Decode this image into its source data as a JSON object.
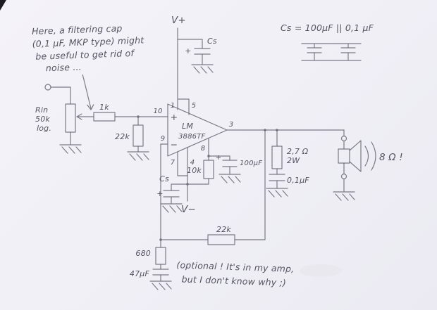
{
  "colors": {
    "paper": "#f1f0f6",
    "pencil": "#6f6d79",
    "ink": "#55535f"
  },
  "notes": {
    "filtering": {
      "l1": "Here, a filtering cap",
      "l2": "(0,1 μF, MKP type) might",
      "l3": "be useful to get rid of",
      "l4": "noise ..."
    },
    "optional": {
      "l1": "(optional !  It's in my amp,",
      "l2": "but I don't know why ;)"
    }
  },
  "power": {
    "vplus": "V+",
    "vminus": "V−",
    "cs_label": "Cs",
    "cs_plus": "+",
    "formula": "Cs = 100μF || 0,1 μF"
  },
  "input": {
    "rin_l1": "Rin",
    "rin_l2": "50k",
    "rin_l3": "log.",
    "series_r": "1k",
    "shunt_r": "22k"
  },
  "opamp": {
    "name_l1": "LM",
    "name_l2": "3886TF",
    "plus": "+",
    "minus": "−",
    "pins": {
      "in_plus": "10",
      "in_minus": "9",
      "top1": "1",
      "top2": "5",
      "out": "3",
      "bot1": "7",
      "bot2": "4",
      "mute": "8"
    }
  },
  "vminus_cap": {
    "label": "Cs",
    "plus": "+"
  },
  "mute": {
    "resistor": "10k",
    "cap": "100μF",
    "cap_plus": "+"
  },
  "zobel": {
    "r_l1": "2,7 Ω",
    "r_l2": "2W",
    "cap": "0,1μF"
  },
  "speaker": {
    "impedance": "8 Ω !"
  },
  "feedback": {
    "resistor": "22k"
  },
  "optional_leg": {
    "resistor": "680",
    "cap": "47μF"
  }
}
